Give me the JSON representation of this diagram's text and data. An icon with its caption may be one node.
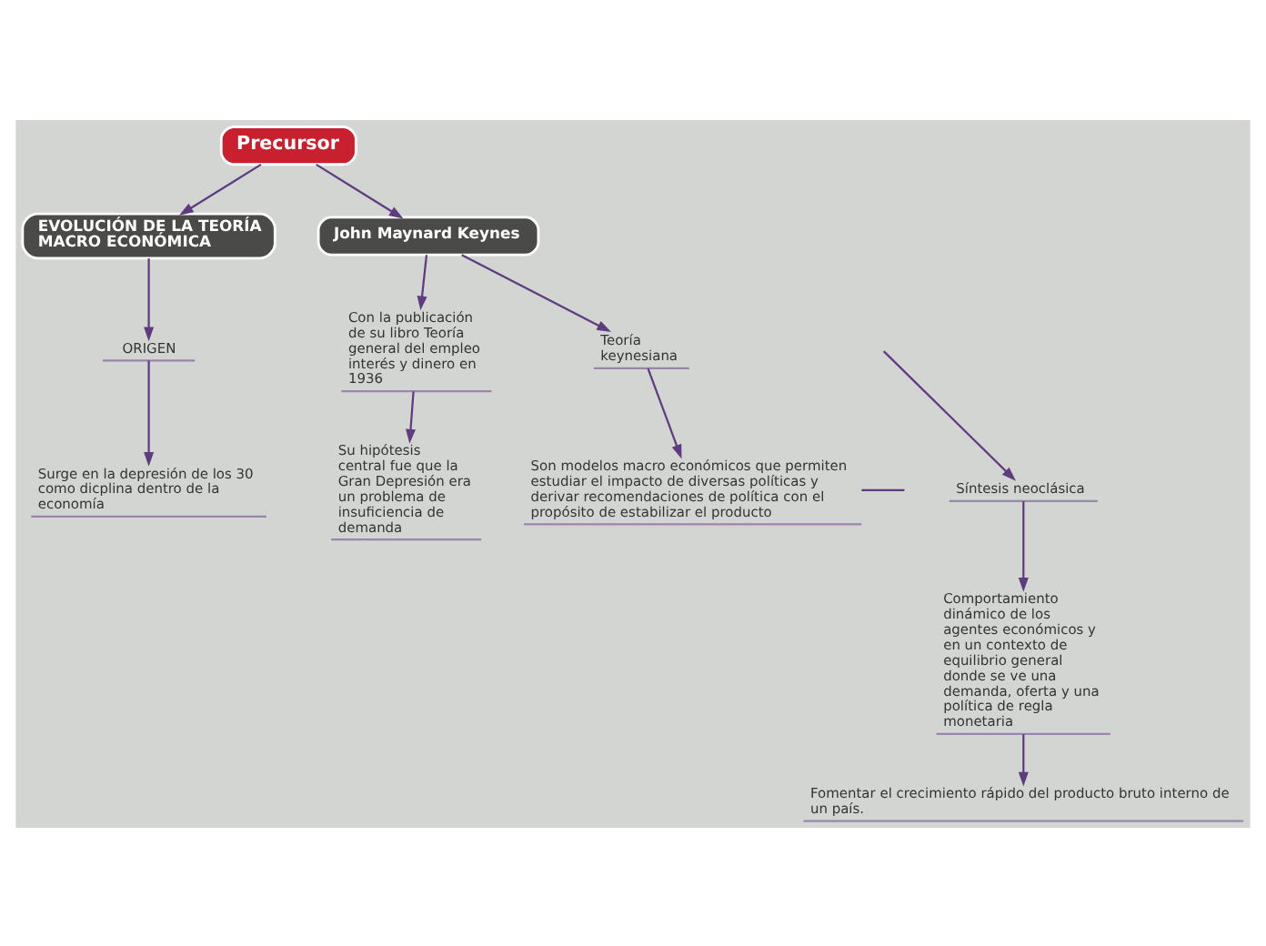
{
  "diagram": {
    "nodes": [
      {
        "text": [
          "EVOLUCIÓN DE LA TEORÍA MACRO ECONÓMICA"
        ]
      },
      {
        "text": [
          "ORIGEN"
        ]
      },
      {
        "text": [
          "Surge en la depresión de los 30 como dicplina dentro de la economía"
        ]
      },
      {
        "text": [
          "Precursor"
        ]
      },
      {
        "text": [
          "John Maynard Keynes"
        ]
      },
      {
        "text": [
          "Con la publicación de su libro Teoría general del empleo interés y dinero en 1936"
        ]
      },
      {
        "text": [
          "Su hipótesis central fue que la Gran Depresión era un problema de insuficiencia de demanda"
        ]
      },
      {
        "text": [
          "Teoría keynesiana"
        ]
      },
      {
        "text": [
          "Son modelos macro económicos que permiten estudiar el impacto de diversas políticas y derivar recomendaciones de política con el propósito de estabilizar el producto"
        ]
      },
      {
        "text": [
          "Síntesis neoclásica"
        ]
      },
      {
        "text": [
          "Comportamiento dinámico de los agentes económicos y en un contexto de equilibrio general donde se ve una demanda, oferta y una política de regla monetaria"
        ]
      },
      {
        "text": [
          "Fomentar el crecimiento rápido del producto bruto interno de un país."
        ]
      }
    ],
    "edges": [
      {
        "from": 3,
        "to": 0,
        "arrow": "to"
      },
      {
        "from": 0,
        "to": 1,
        "arrow": "to"
      },
      {
        "from": 1,
        "to": 2,
        "arrow": "to"
      },
      {
        "from": 3,
        "to": 4,
        "arrow": "to"
      },
      {
        "from": 4,
        "to": 5,
        "arrow": "to"
      },
      {
        "from": 5,
        "to": 6,
        "arrow": "to"
      },
      {
        "from": 4,
        "to": 7,
        "arrow": "to"
      },
      {
        "from": 7,
        "to": 8,
        "arrow": "to"
      },
      {
        "from": 8,
        "to": null,
        "arrow": "none"
      },
      {
        "from": null,
        "to": 9,
        "arrow": "to"
      },
      {
        "from": 9,
        "to": 10,
        "arrow": "to"
      },
      {
        "from": 10,
        "to": 11,
        "arrow": "to"
      }
    ]
  }
}
